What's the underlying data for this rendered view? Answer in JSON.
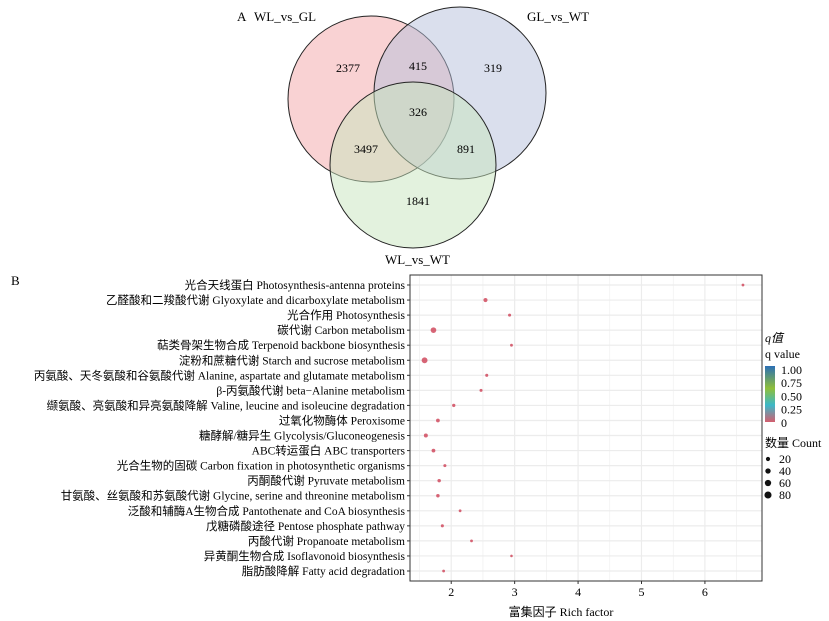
{
  "venn": {
    "panel_label": "A",
    "sets": [
      {
        "name": "WL_vs_GL",
        "color": "#f4a6a8"
      },
      {
        "name": "GL_vs_WT",
        "color": "#b6bfdc"
      },
      {
        "name": "WL_vs_WT",
        "color": "#c7e6bd"
      }
    ],
    "regions": {
      "only_WL_vs_GL": "2377",
      "only_GL_vs_WT": "319",
      "only_WL_vs_WT": "1841",
      "WL_vs_GL_and_GL_vs_WT": "415",
      "WL_vs_GL_and_WL_vs_WT": "3497",
      "GL_vs_WT_and_WL_vs_WT": "891",
      "all_three": "326"
    }
  },
  "chart_data": {
    "type": "scatter",
    "panel_label": "B",
    "xlabel": "富集因子 Rich factor",
    "ylabel": "",
    "xlim": [
      1.35,
      6.9
    ],
    "xticks": [
      "2",
      "3",
      "4",
      "5",
      "6"
    ],
    "grid": true,
    "categories": [
      "光合天线蛋白 Photosynthesis-antenna proteins",
      "乙醛酸和二羧酸代谢 Glyoxylate and dicarboxylate metabolism",
      "光合作用 Photosynthesis",
      "碳代谢 Carbon metabolism",
      "萜类骨架生物合成 Terpenoid backbone biosynthesis",
      "淀粉和蔗糖代谢 Starch and sucrose metabolism",
      "丙氨酸、天冬氨酸和谷氨酸代谢 Alanine, aspartate and glutamate metabolism",
      "β-丙氨酸代谢 beta−Alanine metabolism",
      "缬氨酸、亮氨酸和异亮氨酸降解 Valine, leucine and isoleucine degradation",
      "过氧化物酶体 Peroxisome",
      "糖酵解/糖异生 Glycolysis/Gluconeogenesis",
      "ABC转运蛋白 ABC transporters",
      "光合生物的固碳 Carbon fixation in photosynthetic organisms",
      "丙酮酸代谢 Pyruvate metabolism",
      "甘氨酸、丝氨酸和苏氨酸代谢 Glycine, serine and threonine metabolism",
      "泛酸和辅酶A生物合成 Pantothenate and CoA biosynthesis",
      "戊糖磷酸途径 Pentose phosphate pathway",
      "丙酸代谢 Propanoate metabolism",
      "异黄酮生物合成 Isoflavonoid biosynthesis",
      "脂肪酸降解 Fatty acid degradation"
    ],
    "rich_factor": [
      6.6,
      2.54,
      2.92,
      1.72,
      2.95,
      1.58,
      2.56,
      2.47,
      2.04,
      1.79,
      1.6,
      1.72,
      1.9,
      1.81,
      1.79,
      2.14,
      1.86,
      2.32,
      2.95,
      1.88
    ],
    "count": [
      6,
      20,
      8,
      45,
      6,
      50,
      8,
      8,
      10,
      15,
      18,
      15,
      8,
      12,
      12,
      6,
      8,
      6,
      4,
      6
    ],
    "q_value": [
      0.02,
      0.0,
      0.01,
      0.0,
      0.05,
      0.0,
      0.02,
      0.03,
      0.03,
      0.01,
      0.0,
      0.01,
      0.03,
      0.02,
      0.01,
      0.05,
      0.04,
      0.06,
      0.1,
      0.05
    ],
    "legend_q": {
      "title_cn": "q值",
      "title_en": "q value",
      "ticks": [
        "1.00",
        "0.75",
        "0.50",
        "0.25",
        "0"
      ],
      "colors": [
        "#2b6fb5",
        "#8fbf3a",
        "#3cb8c9",
        "#d35e6e"
      ]
    },
    "legend_count": {
      "title": "数量 Count",
      "values": [
        "20",
        "40",
        "60",
        "80"
      ]
    },
    "point_color": "#d04a5e"
  }
}
